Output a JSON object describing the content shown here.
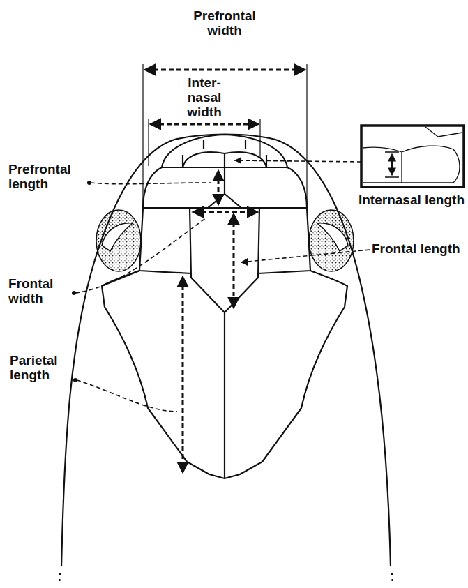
{
  "diagram": {
    "labels": [
      "Prefrontal width",
      "Inter- nasal width",
      "Prefrontal length",
      "Frontal width",
      "Frontal length",
      "Parietal length",
      "Internasal length"
    ]
  }
}
